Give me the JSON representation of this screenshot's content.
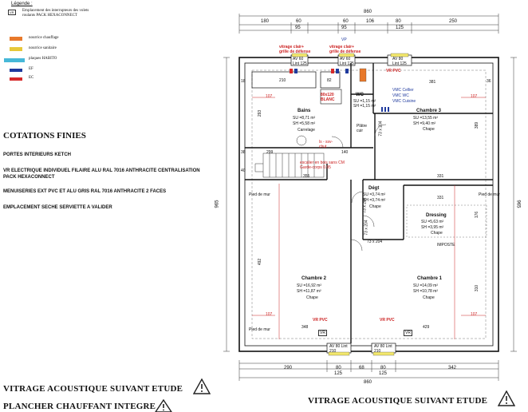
{
  "legend": {
    "title": "Légende :",
    "vr_symbol": "VR",
    "vr_text": "Emplacement des interrupteurs des volets roulants PACK HEXACONNECT",
    "items": [
      {
        "label": "nourrice chauffage",
        "color": "#e8792b"
      },
      {
        "label": "nourrice sanitaire",
        "color": "#e7c83a"
      },
      {
        "label": "plaques HABITO",
        "color": "#46b8d8"
      },
      {
        "label": "EF",
        "color": "#1f3a9e"
      },
      {
        "label": "EC",
        "color": "#d62a2a"
      }
    ]
  },
  "notes": {
    "title": "COTATIONS FINIES",
    "lines": [
      "PORTES INTERIEURS KETCH",
      "VR ELECTRIQUE INDIVIDUEL FILAIRE ALU RAL 7016 ANTHRACITE CENTRALISATION PACK HEXACONNECT",
      "MENUISERIES EXT PVC ET ALU  GRIS RAL 7016 ANTHRACITE 2 FACES",
      "EMPLACEMENT SECHE SERVIETTE A VALIDER"
    ]
  },
  "warnings": {
    "left_1": "VITRAGE ACOUSTIQUE SUIVANT ETUDE",
    "left_2": "PLANCHER CHAUFFANT INTEGRE",
    "right": "VITRAGE ACOUSTIQUE SUIVANT ETUDE",
    "icon": "warning-triangle-icon"
  },
  "plan": {
    "overall_top": "860",
    "overall_bottom": "860",
    "overall_side": "965",
    "top_dims_row1": [
      "180",
      "60",
      "60",
      "106",
      "80",
      "250"
    ],
    "top_dims_row2": [
      "95",
      "95",
      "125"
    ],
    "bottom_dims_row1": [
      "290",
      "80",
      "68",
      "80",
      "342"
    ],
    "bottom_dims_row2": [
      "125",
      "125"
    ],
    "top_notes": {
      "left": "vitrage clair+ grille de défense",
      "center": "vitrage clair+ grille de défense",
      "vp": "VP",
      "vr_pvc": "VR PVC",
      "dim_381": "381"
    },
    "window_tags_top": [
      "AV 60 Lint 125",
      "AV 60 Lint 125",
      "AV 80 Lint 125"
    ],
    "window_tags_bottom": [
      "AV 80 Lint 210",
      "AV 80 Lint 210"
    ],
    "rooms": {
      "bains": {
        "name": "Bains",
        "su": "SU =8,71 m²",
        "sh": "SH =5,58 m²",
        "floor": "Carrelage"
      },
      "wc": {
        "name": "WC",
        "su": "SU =1,15 m²",
        "sh": "SH =1,15 m²"
      },
      "chambre3": {
        "name": "Chambre 3",
        "su": "SU =13,55 m²",
        "sh": "SH =9,40 m²",
        "floor": "Chape"
      },
      "degt": {
        "name": "Dégt",
        "su": "SU =3,74 m²",
        "sh": "SH =3,74 m²",
        "floor": "Chape"
      },
      "dressing": {
        "name": "Dressing",
        "su": "SU =5,63 m²",
        "sh": "SH =3,95 m²",
        "floor": "Chape"
      },
      "chambre2": {
        "name": "Chambre 2",
        "su": "SU =16,92 m²",
        "sh": "SH =11,87 m²",
        "floor": "Chape"
      },
      "chambre1": {
        "name": "Chambre 1",
        "su": "SU =14,09 m²",
        "sh": "SH =10,78 m²",
        "floor": "Chape"
      }
    },
    "labels": {
      "bath_210": "210",
      "bath_82": "82",
      "vasque": "80x120 BLANC",
      "vmc1": "VMC Cellier",
      "vmc2": "VMC WC",
      "vmc3": "VMC Cuisine",
      "stair_note": "escalier en bois sans CM Garde-corps 0.95",
      "ls": "ls - ssv- chut",
      "platre": "Plâtre cuir",
      "d107a": "107",
      "d107b": "107",
      "d107c": "107",
      "d107d": "107",
      "d140": "140",
      "d299": "299",
      "d355": "355",
      "d331a": "331",
      "d331b": "331",
      "d293": "293",
      "d389": "389",
      "d176": "176",
      "d492": "492",
      "d310": "310",
      "d348": "348",
      "d429": "429",
      "d18": "18",
      "d36": "36",
      "d38": "38",
      "d40": "40",
      "door73a": "73 x 204",
      "door73b": "73 x 204",
      "door73c": "73 x 204",
      "door73d": "73 x 204",
      "imposte": "IMPOSTE",
      "vr_pvc_l": "VR PVC",
      "vr_pvc_r": "VR PVC",
      "vr_l": "VR",
      "vr_r": "VR",
      "pied_l": "Pied de mur",
      "pied_r": "Pied de mur",
      "pied_m": "Pied de mur"
    }
  }
}
